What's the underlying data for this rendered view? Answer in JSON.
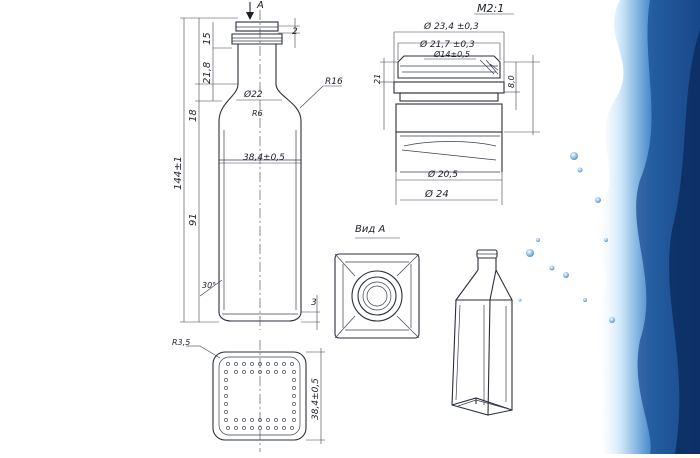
{
  "colors": {
    "ink": "#1b1f2a",
    "paper": "#ffffff",
    "water_dark": "#0f3d7a",
    "water_light": "#8fc4ee"
  },
  "labels": {
    "arrow_a": "A",
    "scale": "M2:1",
    "view_a": "Вид А",
    "neck_h": "15",
    "thread_h": "21,8",
    "shoulder_h": "18",
    "body_h": "91",
    "total_h": "144±1",
    "cap_gap": "2",
    "shoulder_d": "Ø22",
    "shoulder_r": "R6",
    "r16": "R16",
    "body_w": "38,4±0,5",
    "angle": "30°",
    "base_h": "3",
    "d1": "Ø 23,4 ±0,3",
    "d2": "Ø 21,7 ±0,3",
    "d3": "Ø14±0,5",
    "d4": "Ø 20,5",
    "d5": "Ø 24",
    "h21": "21",
    "h8": "8,0",
    "r35": "R3,5",
    "bottom_w": "38,4±0,5"
  }
}
